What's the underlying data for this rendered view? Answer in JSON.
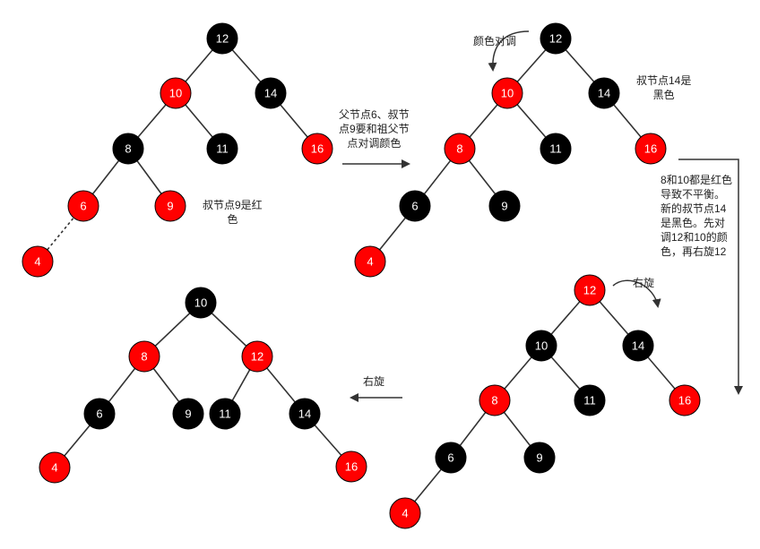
{
  "colors": {
    "red": "#ff0000",
    "black": "#000000",
    "node_text": "#ffffff",
    "edge": "#333333"
  },
  "trees": [
    {
      "id": "initial",
      "nodes": [
        {
          "id": "n12",
          "label": "12",
          "color": "black"
        },
        {
          "id": "n10",
          "label": "10",
          "color": "red"
        },
        {
          "id": "n14",
          "label": "14",
          "color": "black"
        },
        {
          "id": "n8",
          "label": "8",
          "color": "black"
        },
        {
          "id": "n11",
          "label": "11",
          "color": "black"
        },
        {
          "id": "n16",
          "label": "16",
          "color": "red"
        },
        {
          "id": "n6",
          "label": "6",
          "color": "red"
        },
        {
          "id": "n9",
          "label": "9",
          "color": "red"
        },
        {
          "id": "n4",
          "label": "4",
          "color": "red"
        }
      ],
      "edges": [
        [
          "n12",
          "n10"
        ],
        [
          "n12",
          "n14"
        ],
        [
          "n10",
          "n8"
        ],
        [
          "n10",
          "n11"
        ],
        [
          "n14",
          "n16"
        ],
        [
          "n8",
          "n6"
        ],
        [
          "n8",
          "n9"
        ],
        [
          "n6",
          "n4",
          "dashed"
        ]
      ]
    },
    {
      "id": "after-recolor",
      "nodes": [
        {
          "id": "n12",
          "label": "12",
          "color": "black"
        },
        {
          "id": "n10",
          "label": "10",
          "color": "red"
        },
        {
          "id": "n14",
          "label": "14",
          "color": "black"
        },
        {
          "id": "n8",
          "label": "8",
          "color": "red"
        },
        {
          "id": "n11",
          "label": "11",
          "color": "black"
        },
        {
          "id": "n16",
          "label": "16",
          "color": "red"
        },
        {
          "id": "n6",
          "label": "6",
          "color": "black"
        },
        {
          "id": "n9",
          "label": "9",
          "color": "black"
        },
        {
          "id": "n4",
          "label": "4",
          "color": "red"
        }
      ],
      "edges": [
        [
          "n12",
          "n10"
        ],
        [
          "n12",
          "n14"
        ],
        [
          "n10",
          "n8"
        ],
        [
          "n10",
          "n11"
        ],
        [
          "n14",
          "n16"
        ],
        [
          "n8",
          "n6"
        ],
        [
          "n8",
          "n9"
        ],
        [
          "n6",
          "n4"
        ]
      ]
    },
    {
      "id": "before-rotation",
      "nodes": [
        {
          "id": "n12",
          "label": "12",
          "color": "red"
        },
        {
          "id": "n10",
          "label": "10",
          "color": "black"
        },
        {
          "id": "n14",
          "label": "14",
          "color": "black"
        },
        {
          "id": "n8",
          "label": "8",
          "color": "red"
        },
        {
          "id": "n11",
          "label": "11",
          "color": "black"
        },
        {
          "id": "n16",
          "label": "16",
          "color": "red"
        },
        {
          "id": "n6",
          "label": "6",
          "color": "black"
        },
        {
          "id": "n9",
          "label": "9",
          "color": "black"
        },
        {
          "id": "n4",
          "label": "4",
          "color": "red"
        }
      ],
      "edges": [
        [
          "n12",
          "n10"
        ],
        [
          "n12",
          "n14"
        ],
        [
          "n10",
          "n8"
        ],
        [
          "n10",
          "n11"
        ],
        [
          "n14",
          "n16"
        ],
        [
          "n8",
          "n6"
        ],
        [
          "n8",
          "n9"
        ],
        [
          "n6",
          "n4"
        ]
      ]
    },
    {
      "id": "final",
      "nodes": [
        {
          "id": "n10",
          "label": "10",
          "color": "black"
        },
        {
          "id": "n8",
          "label": "8",
          "color": "red"
        },
        {
          "id": "n12",
          "label": "12",
          "color": "red"
        },
        {
          "id": "n6",
          "label": "6",
          "color": "black"
        },
        {
          "id": "n9",
          "label": "9",
          "color": "black"
        },
        {
          "id": "n11",
          "label": "11",
          "color": "black"
        },
        {
          "id": "n14",
          "label": "14",
          "color": "black"
        },
        {
          "id": "n4",
          "label": "4",
          "color": "red"
        },
        {
          "id": "n16",
          "label": "16",
          "color": "red"
        }
      ],
      "edges": [
        [
          "n10",
          "n8"
        ],
        [
          "n10",
          "n12"
        ],
        [
          "n8",
          "n6"
        ],
        [
          "n8",
          "n9"
        ],
        [
          "n12",
          "n11"
        ],
        [
          "n12",
          "n14"
        ],
        [
          "n6",
          "n4"
        ],
        [
          "n14",
          "n16"
        ]
      ]
    }
  ],
  "annotations": {
    "uncle9_line1": "叔节点9是红",
    "uncle9_line2": "色",
    "step1_line1": "父节点6、叔节",
    "step1_line2": "点9要和祖父节",
    "step1_line3": "点对调颜色",
    "swap_color": "颜色对调",
    "uncle14_line1": "叔节点14是",
    "uncle14_line2": "黑色",
    "step2_line1": "8和10都是红色",
    "step2_line2": "导致不平衡。",
    "step2_line3": "新的叔节点14",
    "step2_line4": "是黑色。先对",
    "step2_line5": "调12和10的颜",
    "step2_line6": "色，再右旋12",
    "rotate_right_curve": "右旋",
    "rotate_right_arrow": "右旋"
  }
}
